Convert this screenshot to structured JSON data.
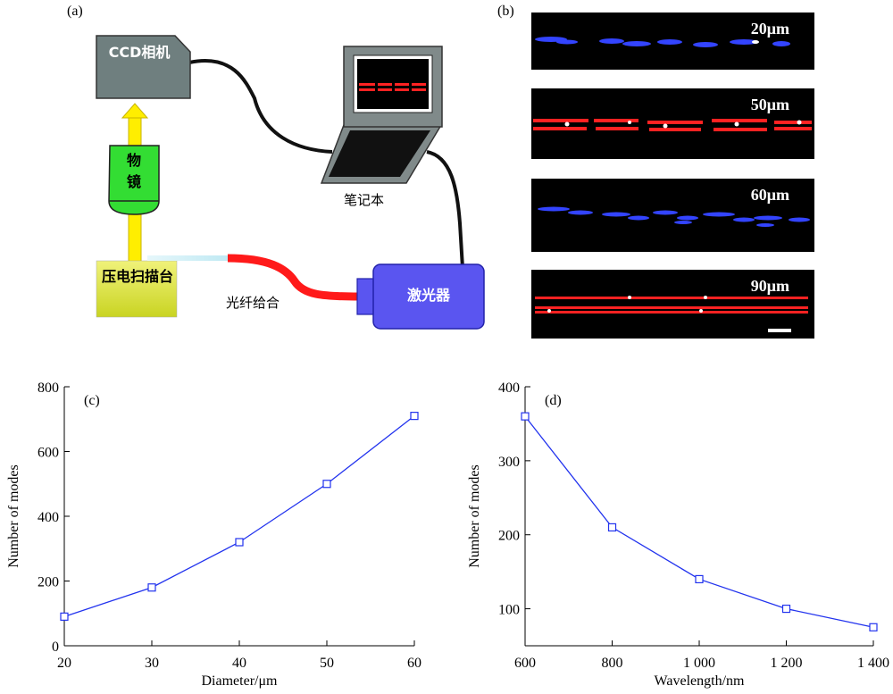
{
  "panel_a": {
    "label": "(a)",
    "ccd_camera": "CCD相机",
    "objective": "物镜",
    "piezo_stage": "压电扫描台",
    "fiber_coupling": "光纤给合",
    "laser": "激光器",
    "laptop": "笔记本",
    "colors": {
      "device_gray": "#6f7f7f",
      "objective_green": "#33dd33",
      "stage_yellow": "#e6ee44",
      "laser_blue": "#5a55f0",
      "fiber_red": "#ff1a1a",
      "arrow_yellow": "#ffee00"
    }
  },
  "panel_b": {
    "label": "(b)",
    "strips": [
      {
        "label": "20μm",
        "color": "blue"
      },
      {
        "label": "50μm",
        "color": "red"
      },
      {
        "label": "60μm",
        "color": "blue"
      },
      {
        "label": "90μm",
        "color": "red"
      }
    ],
    "scale_bar": true
  },
  "chart_data": [
    {
      "type": "line",
      "panel_label": "(c)",
      "x": [
        20,
        30,
        40,
        50,
        60
      ],
      "y": [
        90,
        180,
        320,
        500,
        710
      ],
      "xlabel": "Diameter/μm",
      "ylabel": "Number of modes",
      "xlim": [
        20,
        60
      ],
      "ylim": [
        0,
        800
      ],
      "xticks": [
        20,
        30,
        40,
        50,
        60
      ],
      "xtick_labels": [
        "20",
        "30",
        "40",
        "50",
        "60"
      ],
      "yticks": [
        0,
        200,
        400,
        600,
        800
      ],
      "ytick_labels": [
        "0",
        "200",
        "400",
        "600",
        "800"
      ],
      "marker": "square",
      "color": "#2233ee",
      "grid": false
    },
    {
      "type": "line",
      "panel_label": "(d)",
      "x": [
        600,
        800,
        1000,
        1200,
        1400
      ],
      "y": [
        360,
        210,
        140,
        100,
        75
      ],
      "xlabel": "Wavelength/nm",
      "ylabel": "Number of modes",
      "xlim": [
        600,
        1400
      ],
      "ylim": [
        50,
        400
      ],
      "xticks": [
        600,
        800,
        1000,
        1200,
        1400
      ],
      "xtick_labels": [
        "600",
        "800",
        "1 000",
        "1 200",
        "1 400"
      ],
      "yticks": [
        100,
        200,
        300,
        400
      ],
      "ytick_labels": [
        "100",
        "200",
        "300",
        "400"
      ],
      "marker": "square",
      "color": "#2233ee",
      "grid": false
    }
  ]
}
